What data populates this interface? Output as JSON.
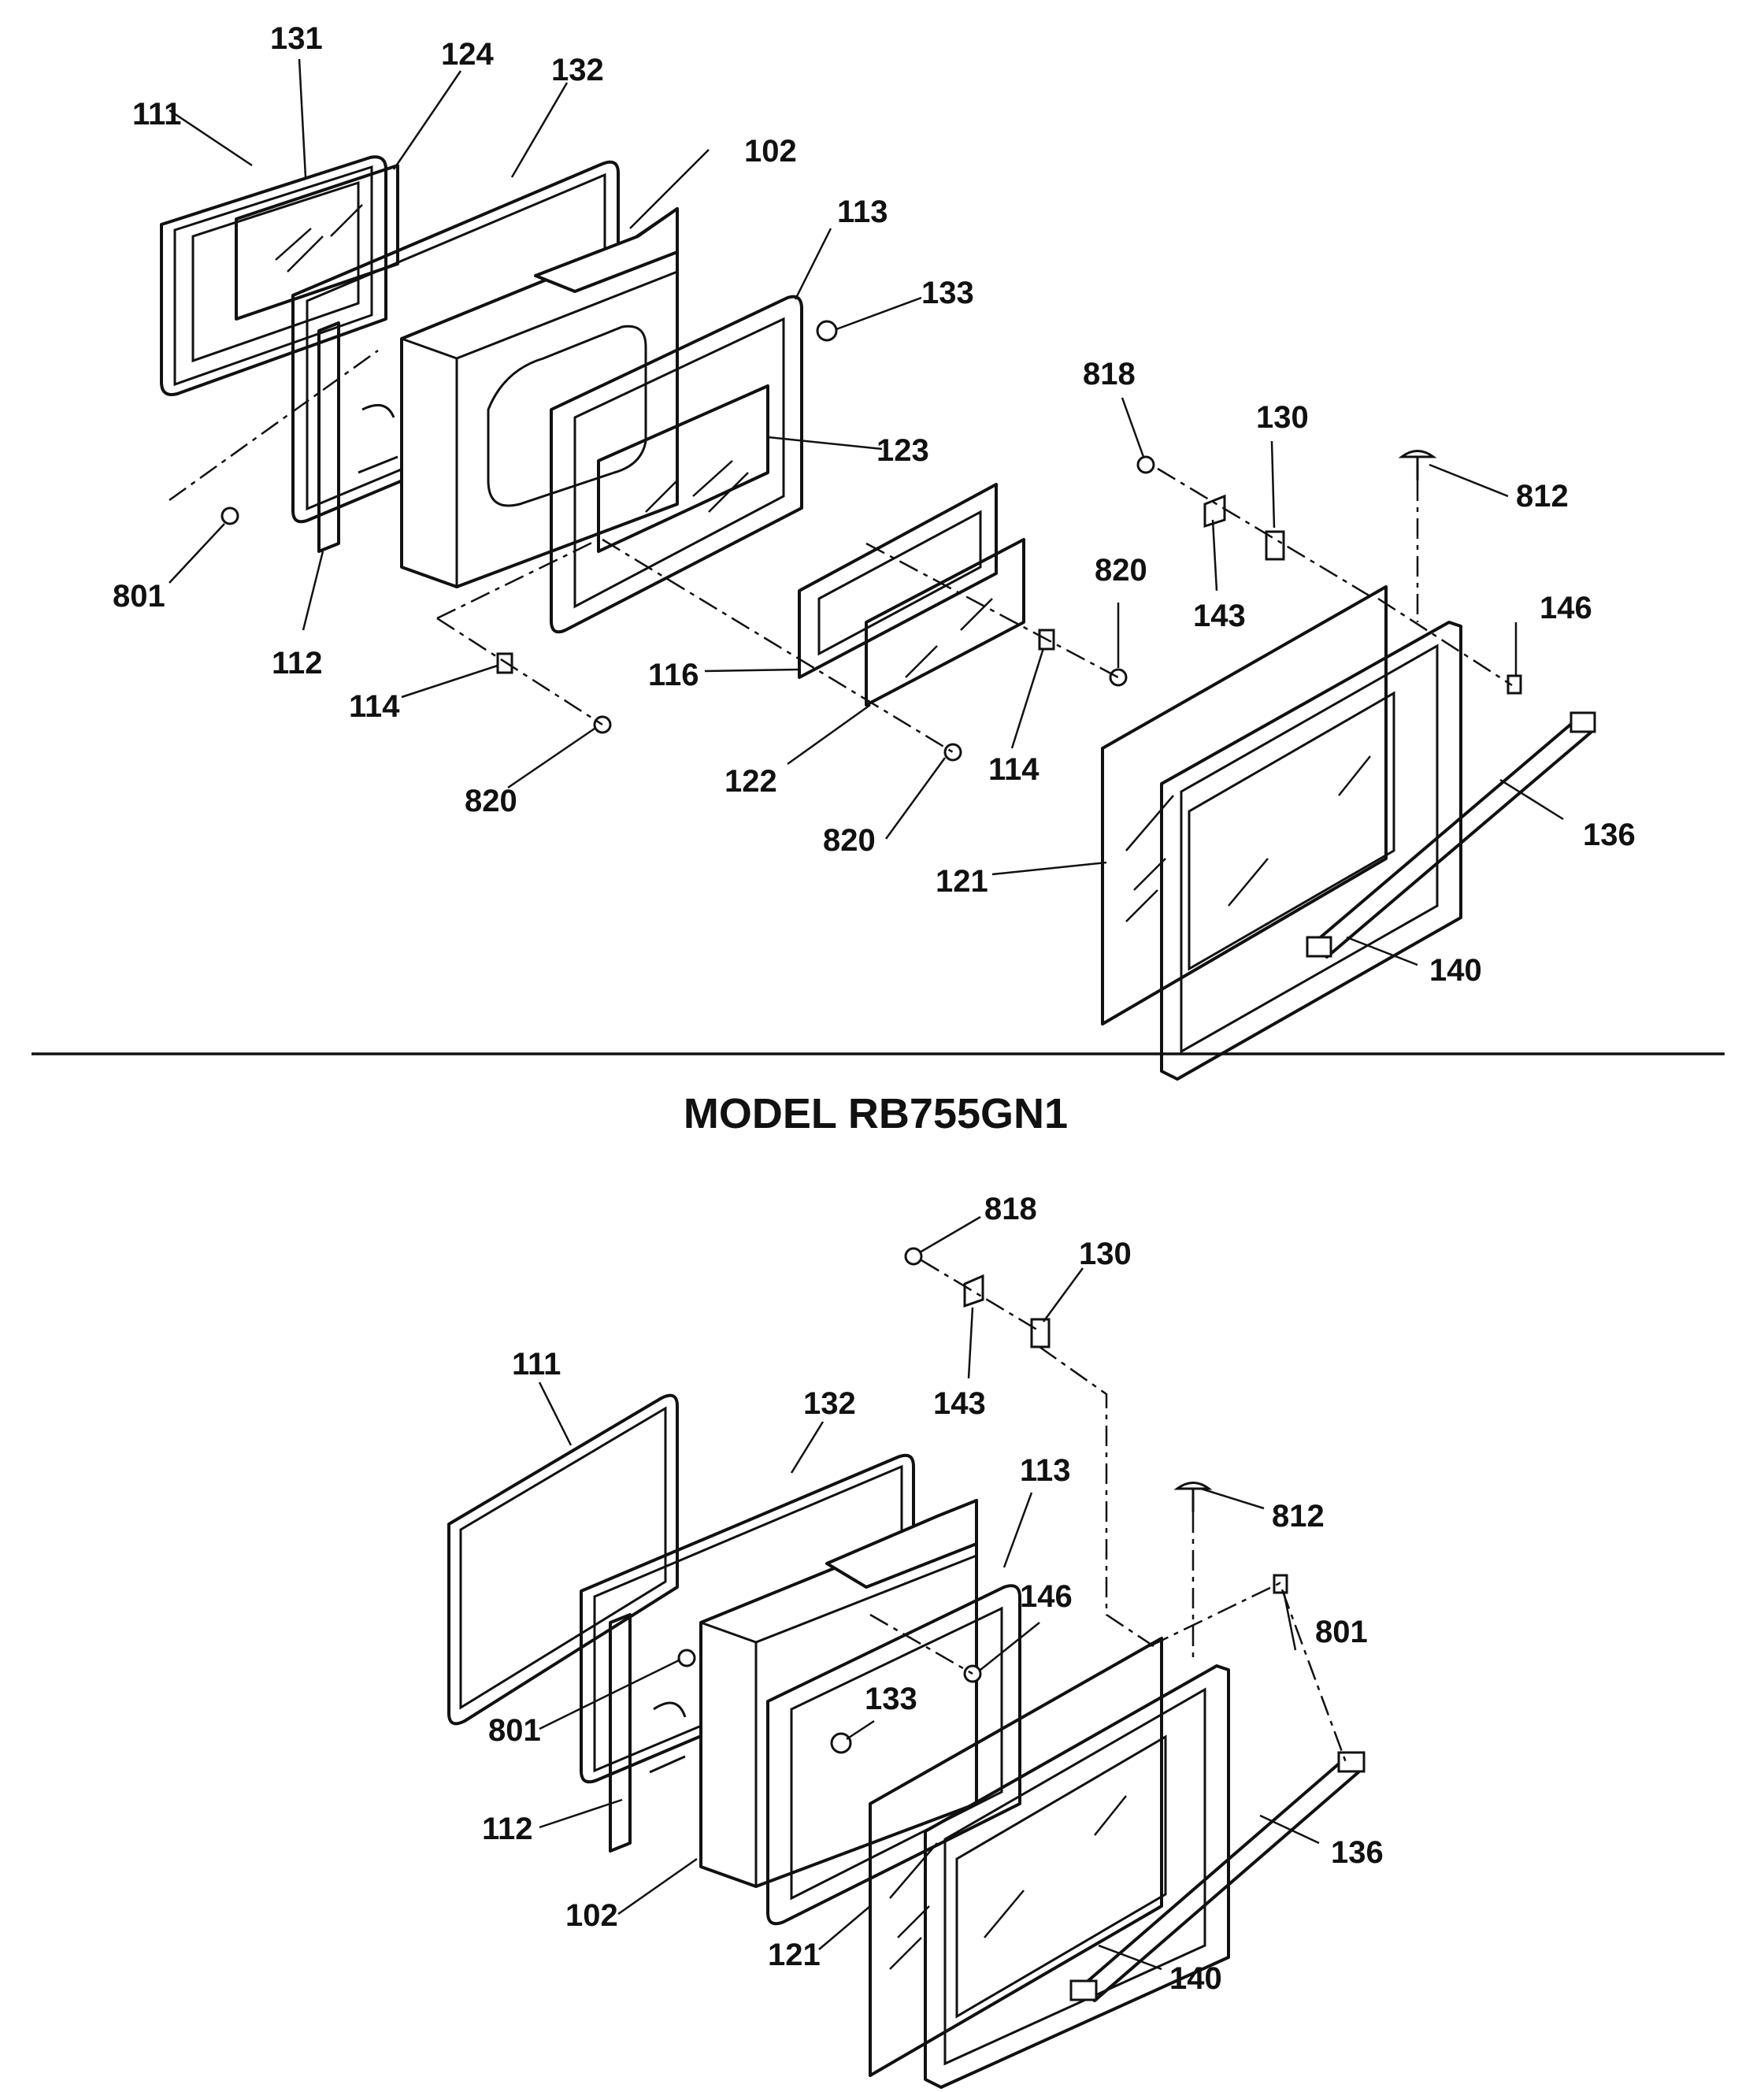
{
  "model_title": "MODEL RB755GN1",
  "top_callouts": [
    "111",
    "131",
    "124",
    "132",
    "102",
    "113",
    "133",
    "123",
    "818",
    "130",
    "812",
    "801",
    "112",
    "114",
    "820",
    "116",
    "122",
    "820",
    "114",
    "820",
    "143",
    "146",
    "121",
    "136",
    "140"
  ],
  "bottom_callouts": [
    "818",
    "130",
    "143",
    "111",
    "132",
    "113",
    "812",
    "801",
    "146",
    "801",
    "133",
    "112",
    "136",
    "102",
    "121",
    "140"
  ]
}
